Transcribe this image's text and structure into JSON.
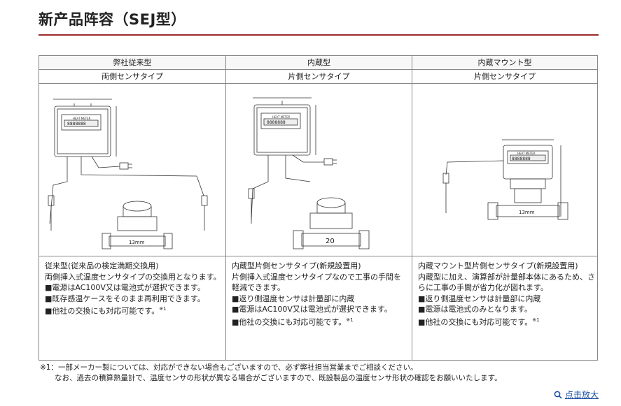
{
  "page": {
    "title": "新产品阵容（SEJ型）"
  },
  "columns": [
    {
      "header": "弊社従来型",
      "subheader": "両側センサタイプ",
      "meter_label": "HEAT METER",
      "meter_digits": "8888888",
      "pipe_size": "13mm",
      "lines": [
        "従来型(従来品の検定満期交換用)",
        "両側挿入式温度センサタイプの交換用となります。",
        "■電源はAC100V又は電池式が選択できます。",
        "■既存感温ケースをそのまま再利用できます。",
        "■他社の交換にも対応可能です。"
      ],
      "footnote_mark": "※1"
    },
    {
      "header": "内蔵型",
      "subheader": "片側センサタイプ",
      "meter_label": "HEAT METER",
      "meter_digits": "8888888",
      "pipe_size": "20",
      "lines": [
        "内蔵型片側センサタイプ(新規設置用)",
        "片側挿入式温度センサタイプなので工事の手間を",
        "軽減できます。",
        "■返り側温度センサは計量部に内蔵",
        "■電源はAC100V又は電池式が選択できます。",
        "■他社の交換にも対応可能です。"
      ],
      "footnote_mark": "※1"
    },
    {
      "header": "内蔵マウント型",
      "subheader": "片側センサタイプ",
      "meter_label": "HEAT METER",
      "meter_digits": "8888888",
      "pipe_size": "13mm",
      "lines": [
        "内蔵マウント型片側センサタイプ(新規設置用)",
        "内蔵型に加え、演算部が計量部本体にあるため、さ",
        "らに工事の手間が省力化が図れます。",
        "■返り側温度センサは計量部に内蔵",
        "■電源は電池式のみとなります。",
        "■他社の交換にも対応可能です。"
      ],
      "footnote_mark": "※1"
    }
  ],
  "notes": [
    "※1：一部メーカー製については、対応ができない場合もございますので、必ず弊社担当営業までご相談ください。",
    "　　なお、過去の積算熱量計で、温度センサの形状が異なる場合がございますので、既設製品の温度センサ形状の確認をお願いいたします。"
  ],
  "zoom_link": {
    "label": "点击放大",
    "icon": "magnifier-icon",
    "color": "#1a4fa0"
  },
  "colors": {
    "accent": "#9b2a2a",
    "border": "#888888"
  }
}
